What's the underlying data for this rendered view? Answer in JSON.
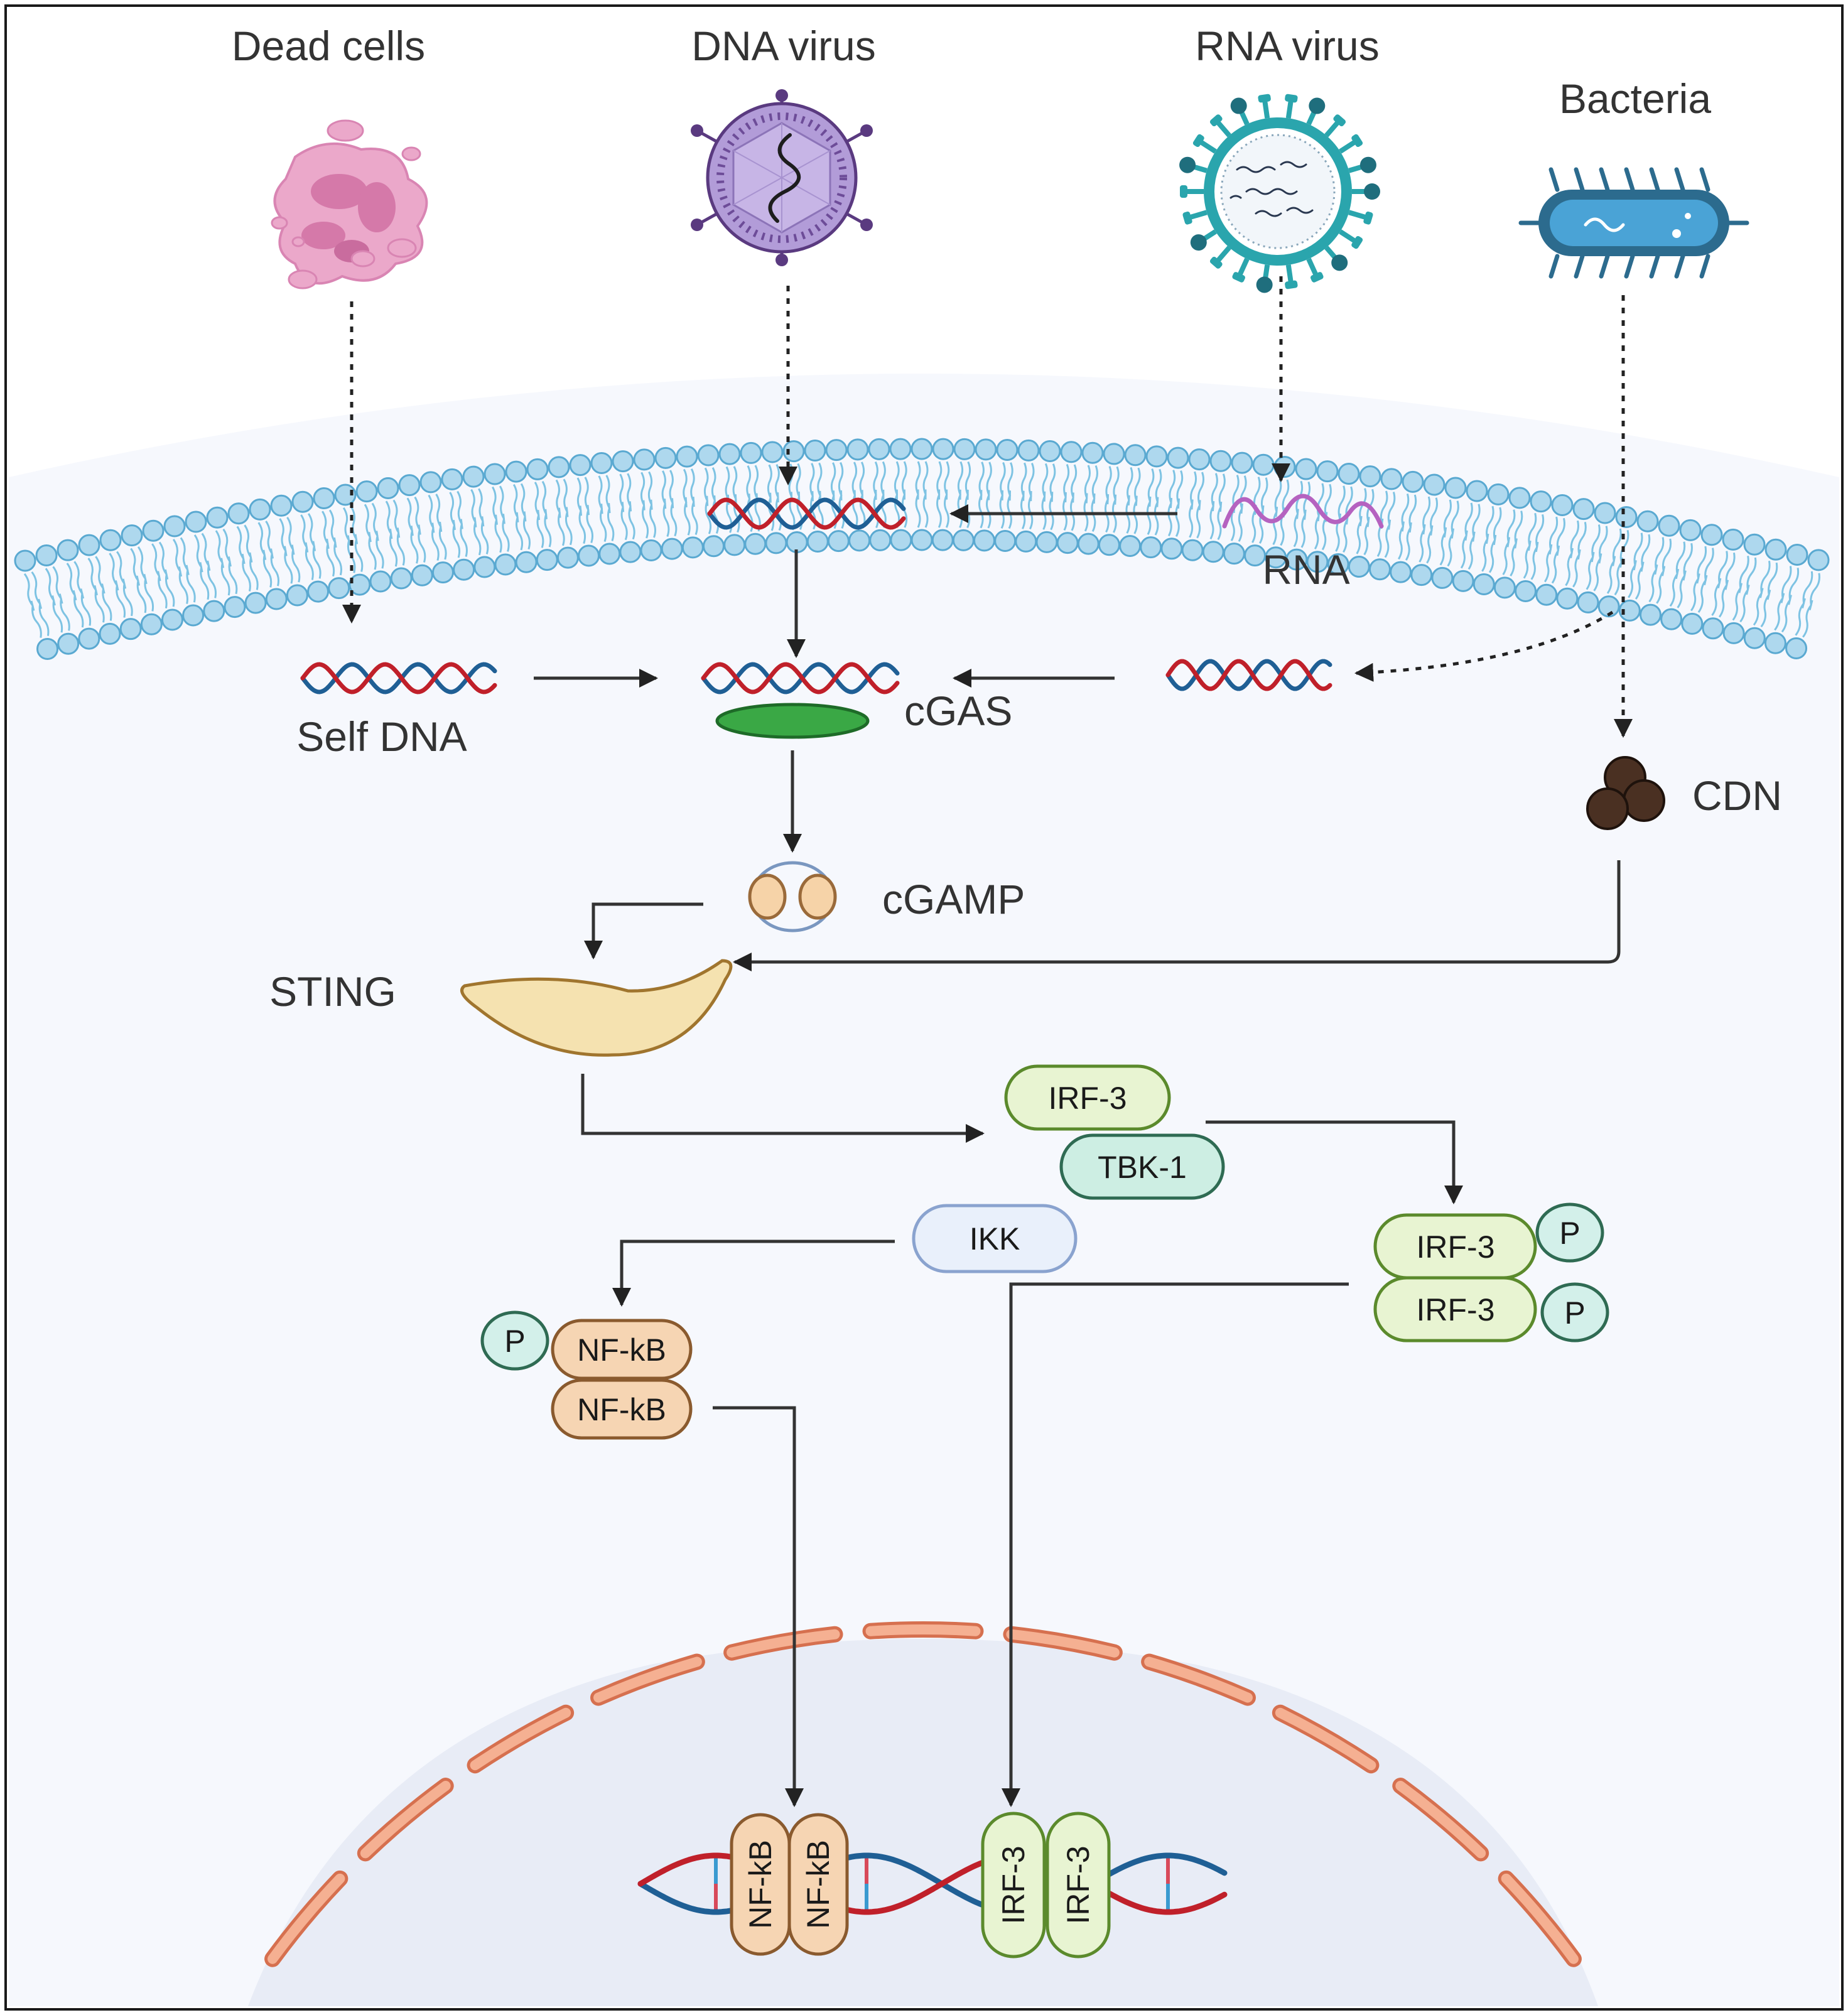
{
  "sources": {
    "dead_cells": "Dead cells",
    "dna_virus": "DNA virus",
    "rna_virus": "RNA virus",
    "bacteria": "Bacteria"
  },
  "labels": {
    "rna": "RNA",
    "self_dna": "Self DNA",
    "cgas": "cGAS",
    "cdn": "CDN",
    "cgamp": "cGAMP",
    "sting": "STING"
  },
  "proteins": {
    "irf3": "IRF-3",
    "tbk1": "TBK-1",
    "ikk": "IKK",
    "nfkb": "NF-kB",
    "phospho": "P"
  },
  "colors": {
    "membrane": "#7ec3e3",
    "dna_red": "#c0202a",
    "dna_blue": "#1f5f95",
    "rna": "#b562c0",
    "cgas": "#3aa845",
    "sting": "#f5e2b0",
    "cgamp": "#f6d3a8",
    "irf3": "#e8f4d2",
    "tbk1": "#cdeee3",
    "ikk": "#e9f0fb",
    "nfkb": "#f6d5b3",
    "p_badge": "#d3f0ea",
    "nuclear_envelope": "#f5b092",
    "nucleus": "#e8ecf6",
    "cytoplasm": "#f6f8fd"
  }
}
